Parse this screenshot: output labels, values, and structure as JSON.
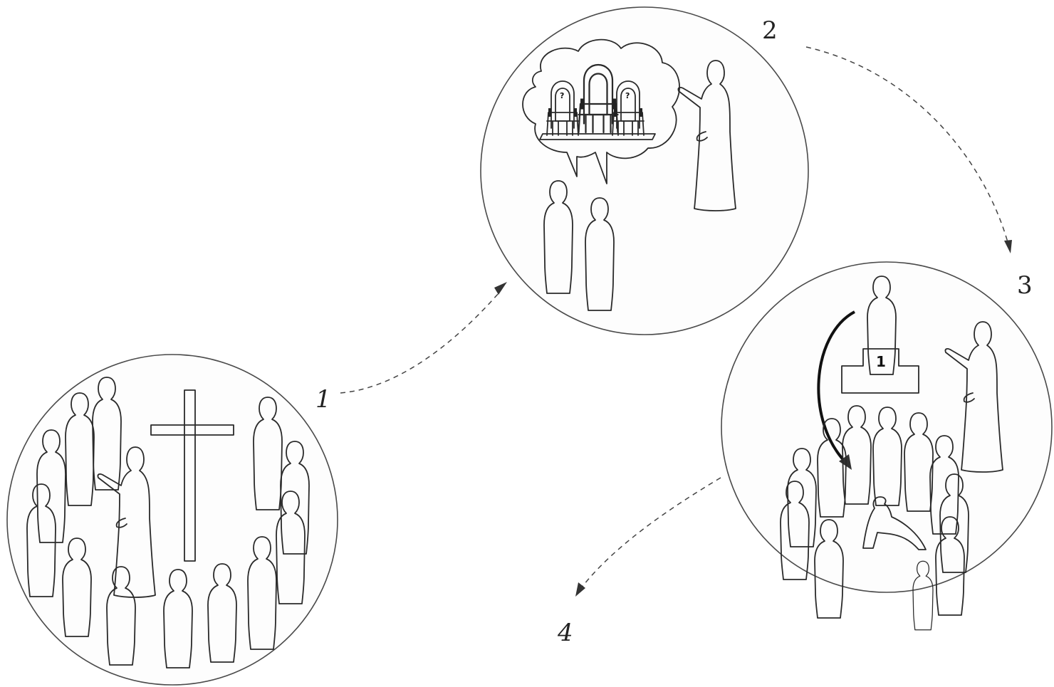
{
  "steps": [
    {
      "number": "1"
    },
    {
      "number": "2"
    },
    {
      "number": "3"
    },
    {
      "number": "4"
    }
  ],
  "podium_label": "1",
  "throne_marks": [
    "?",
    "?"
  ]
}
